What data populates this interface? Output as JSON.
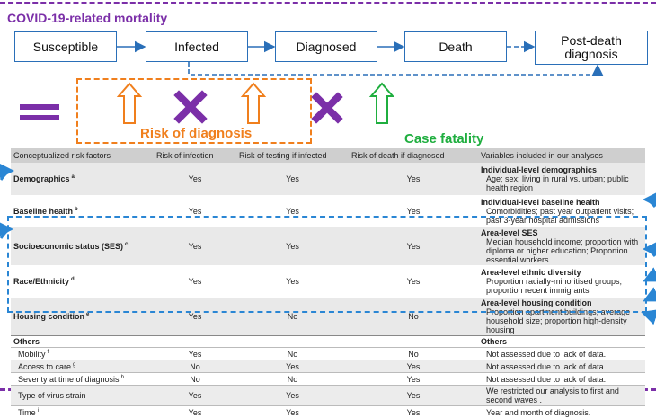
{
  "title": "COVID-19-related mortality",
  "flow": {
    "susceptible": "Susceptible",
    "infected": "Infected",
    "diagnosed": "Diagnosed",
    "death": "Death",
    "post_death": "Post-death diagnosis"
  },
  "labels": {
    "risk_of_diagnosis": "Risk of diagnosis",
    "case_fatality": "Case fatality"
  },
  "colors": {
    "purple": "#7b2fa8",
    "orange": "#f07f1d",
    "green": "#1fae3f",
    "blue": "#2a86d4"
  },
  "icons": [
    "equals-icon",
    "orange-up-arrow-icon",
    "purple-cross-icon",
    "green-up-arrow-icon"
  ],
  "table": {
    "headers": [
      "Conceptualized risk factors",
      "Risk of infection",
      "Risk of testing if infected",
      "Risk of death if diagnosed",
      "Variables included in our analyses"
    ],
    "main_rows": [
      {
        "name": "Demographics",
        "sup": "a",
        "inf": "Yes",
        "test": "Yes",
        "death": "Yes",
        "vhead": "Individual-level demographics",
        "vtext": "Age; sex; living in rural vs. urban; public health region"
      },
      {
        "name": "Baseline health",
        "sup": "b",
        "inf": "Yes",
        "test": "Yes",
        "death": "Yes",
        "vhead": "Individual-level baseline health",
        "vtext": "Comorbidities; past year outpatient visits; past 3-year hospital admissions"
      },
      {
        "name": "Socioeconomic status (SES)",
        "sup": "c",
        "inf": "Yes",
        "test": "Yes",
        "death": "Yes",
        "vhead": "Area-level SES",
        "vtext": "Median household income; proportion with diploma or higher education; Proportion essential workers"
      },
      {
        "name": "Race/Ethnicity",
        "sup": "d",
        "inf": "Yes",
        "test": "Yes",
        "death": "Yes",
        "vhead": "Area-level ethnic diversity",
        "vtext": "Proportion racially-minoritised groups; proportion recent immigrants"
      },
      {
        "name": "Housing condition",
        "sup": "e",
        "inf": "Yes",
        "test": "No",
        "death": "No",
        "vhead": "Area-level housing condition",
        "vtext": "Proportion apartment buildings; average household size; proportion high-density housing"
      }
    ],
    "others_label": "Others",
    "others_vars_label": "Others",
    "sub_rows": [
      {
        "name": "Mobility",
        "sup": "f",
        "inf": "Yes",
        "test": "No",
        "death": "No",
        "vtext": "Not assessed due to lack of data."
      },
      {
        "name": "Access to care",
        "sup": "g",
        "inf": "No",
        "test": "Yes",
        "death": "Yes",
        "vtext": "Not assessed due to lack of data."
      },
      {
        "name": "Severity at time of diagnosis",
        "sup": "h",
        "inf": "No",
        "test": "No",
        "death": "Yes",
        "vtext": "Not assessed due to lack of data."
      },
      {
        "name": "Type of virus strain",
        "sup": "",
        "inf": "Yes",
        "test": "Yes",
        "death": "Yes",
        "vtext": "We restricted our analysis to first and second waves ."
      },
      {
        "name": "Time",
        "sup": "i",
        "inf": "Yes",
        "test": "Yes",
        "death": "Yes",
        "vtext": "Year and month of diagnosis."
      }
    ]
  }
}
